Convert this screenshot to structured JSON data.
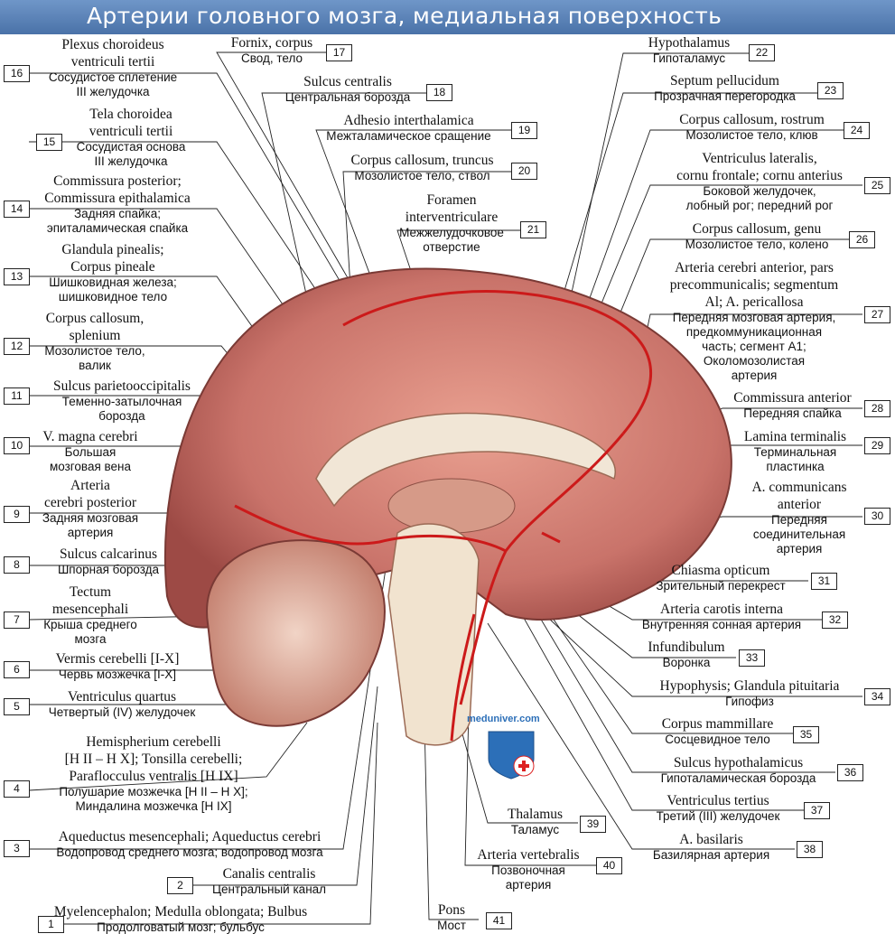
{
  "title": "Артерии головного мозга, медиальная поверхность",
  "watermark": "meduniver.com",
  "labels": [
    {
      "n": "1",
      "la": "Myelencephalon; Medulla oblongata; Bulbus",
      "ru": "Продолговатый мозг; бульбус"
    },
    {
      "n": "2",
      "la": "Canalis centralis",
      "ru": "Центральный канал"
    },
    {
      "n": "3",
      "la": "Aqueductus mesencephali; Aqueductus cerebri",
      "ru": "Водопровод среднего мозга; водопровод мозга"
    },
    {
      "n": "4",
      "la": "Hemispherium cerebelli\n[H II – H X]; Tonsilla cerebelli;\nParaflocculus ventralis [H IX]",
      "ru": "Полушарие мозжечка [H II – H X];\nМиндалина мозжечка [H IX]"
    },
    {
      "n": "5",
      "la": "Ventriculus quartus",
      "ru": "Четвертый (IV) желудочек"
    },
    {
      "n": "6",
      "la": "Vermis cerebelli [I-X]",
      "ru": "Червь мозжечка [I-X]"
    },
    {
      "n": "7",
      "la": "Tectum\nmesencephali",
      "ru": "Крыша среднего\nмозга"
    },
    {
      "n": "8",
      "la": "Sulcus calcarinus",
      "ru": "Шпорная борозда"
    },
    {
      "n": "9",
      "la": "Arteria\ncerebri posterior",
      "ru": "Задняя мозговая\nартерия"
    },
    {
      "n": "10",
      "la": "V. magna cerebri",
      "ru": "Большая\nмозговая вена"
    },
    {
      "n": "11",
      "la": "Sulcus parietooccipitalis",
      "ru": "Теменно-затылочная\nборозда"
    },
    {
      "n": "12",
      "la": "Corpus callosum,\nsplenium",
      "ru": "Мозолистое тело,\nвалик"
    },
    {
      "n": "13",
      "la": "Glandula pinealis;\nCorpus pineale",
      "ru": "Шишковидная железа;\nшишковидное тело"
    },
    {
      "n": "14",
      "la": "Commissura posterior;\nCommissura epithalamica",
      "ru": "Задняя спайка;\nэпиталамическая спайка"
    },
    {
      "n": "15",
      "la": "Tela choroidea\nventriculi tertii",
      "ru": "Сосудистая основа\nIII желудочка"
    },
    {
      "n": "16",
      "la": "Plexus choroideus\nventriculi tertii",
      "ru": "Сосудистое сплетение\nIII желудочка"
    },
    {
      "n": "17",
      "la": "Fornix, corpus",
      "ru": "Свод, тело"
    },
    {
      "n": "18",
      "la": "Sulcus centralis",
      "ru": "Центральная борозда"
    },
    {
      "n": "19",
      "la": "Adhesio interthalamica",
      "ru": "Межталамическое сращение"
    },
    {
      "n": "20",
      "la": "Corpus callosum, truncus",
      "ru": "Мозолистое тело, ствол"
    },
    {
      "n": "21",
      "la": "Foramen\ninterventriculare",
      "ru": "Межжелудочковое\nотверстие"
    },
    {
      "n": "22",
      "la": "Hypothalamus",
      "ru": "Гипоталамус"
    },
    {
      "n": "23",
      "la": "Septum pellucidum",
      "ru": "Прозрачная перегородка"
    },
    {
      "n": "24",
      "la": "Corpus callosum, rostrum",
      "ru": "Мозолистое тело, клюв"
    },
    {
      "n": "25",
      "la": "Ventriculus lateralis,\ncornu frontale; cornu anterius",
      "ru": "Боковой желудочек,\nлобный рог; передний рог"
    },
    {
      "n": "26",
      "la": "Corpus callosum, genu",
      "ru": "Мозолистое тело, колено"
    },
    {
      "n": "27",
      "la": "Arteria cerebri anterior, pars\nprecommunicalis; segmentum\nAl; A. pericallosa",
      "ru": "Передняя мозговая артерия,\nпредкоммуникационная\nчасть; сегмент А1;\nОколомозолистая\nартерия"
    },
    {
      "n": "28",
      "la": "Commissura anterior",
      "ru": "Передняя спайка"
    },
    {
      "n": "29",
      "la": "Lamina terminalis",
      "ru": "Терминальная\nпластинка"
    },
    {
      "n": "30",
      "la": "A. communicans\nanterior",
      "ru": "Передняя\nсоединительная\nартерия"
    },
    {
      "n": "31",
      "la": "Chiasma opticum",
      "ru": "Зрительный перекрест"
    },
    {
      "n": "32",
      "la": "Arteria carotis interna",
      "ru": "Внутренняя сонная артерия"
    },
    {
      "n": "33",
      "la": "Infundibulum",
      "ru": "Воронка"
    },
    {
      "n": "34",
      "la": "Hypophysis; Glandula pituitaria",
      "ru": "Гипофиз"
    },
    {
      "n": "35",
      "la": "Corpus mammillare",
      "ru": "Сосцевидное тело"
    },
    {
      "n": "36",
      "la": "Sulcus hypothalamicus",
      "ru": "Гипоталамическая борозда"
    },
    {
      "n": "37",
      "la": "Ventriculus tertius",
      "ru": "Третий (III) желудочек"
    },
    {
      "n": "38",
      "la": "A. basilaris",
      "ru": "Базилярная артерия"
    },
    {
      "n": "39",
      "la": "Thalamus",
      "ru": "Таламус"
    },
    {
      "n": "40",
      "la": "Arteria vertebralis",
      "ru": "Позвоночная\nартерия"
    },
    {
      "n": "41",
      "la": "Pons",
      "ru": "Мост"
    }
  ]
}
